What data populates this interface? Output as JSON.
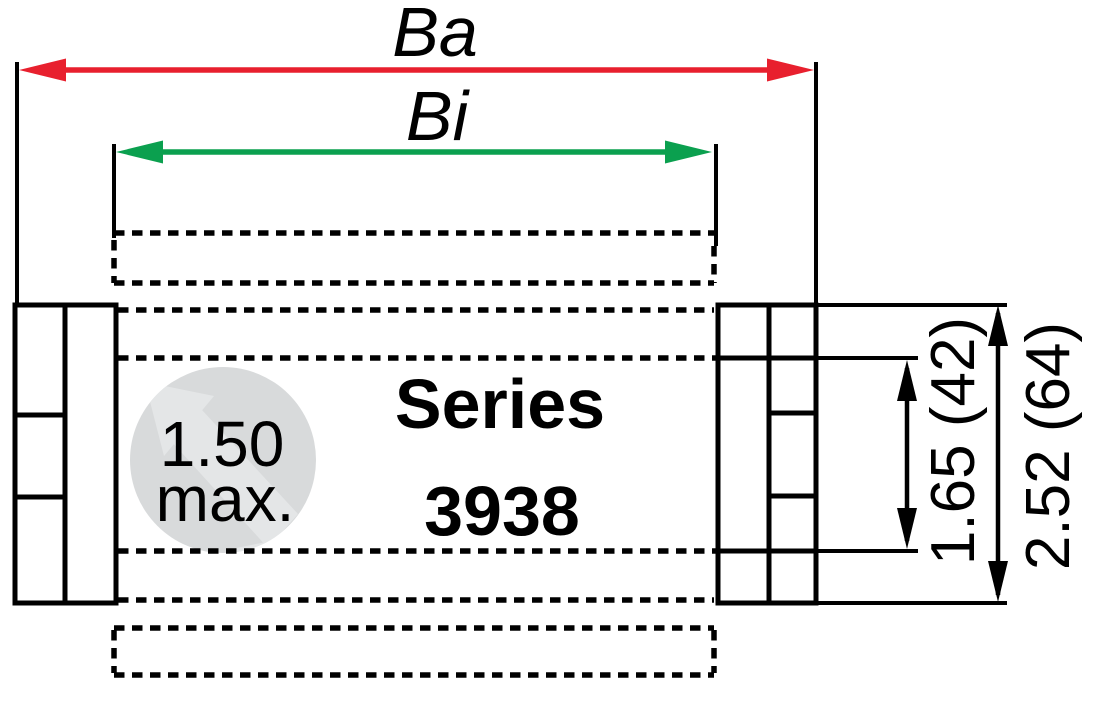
{
  "drawing": {
    "series": {
      "line1": "Series",
      "line2": "3938"
    },
    "dimensions": {
      "outer_width_label": "Ba",
      "inner_width_label": "Bi",
      "inner_height_label": "1.65 (42)",
      "outer_height_label": "2.52 (64)"
    },
    "note": {
      "line1": "1.50",
      "line2": "max."
    },
    "colors": {
      "outer_width_dim": "#e8202e",
      "inner_width_dim": "#0ba04f",
      "line": "#000000",
      "note_circle_fill": "#d8dadb",
      "note_watermark_fill": "#e4e6e7"
    }
  }
}
